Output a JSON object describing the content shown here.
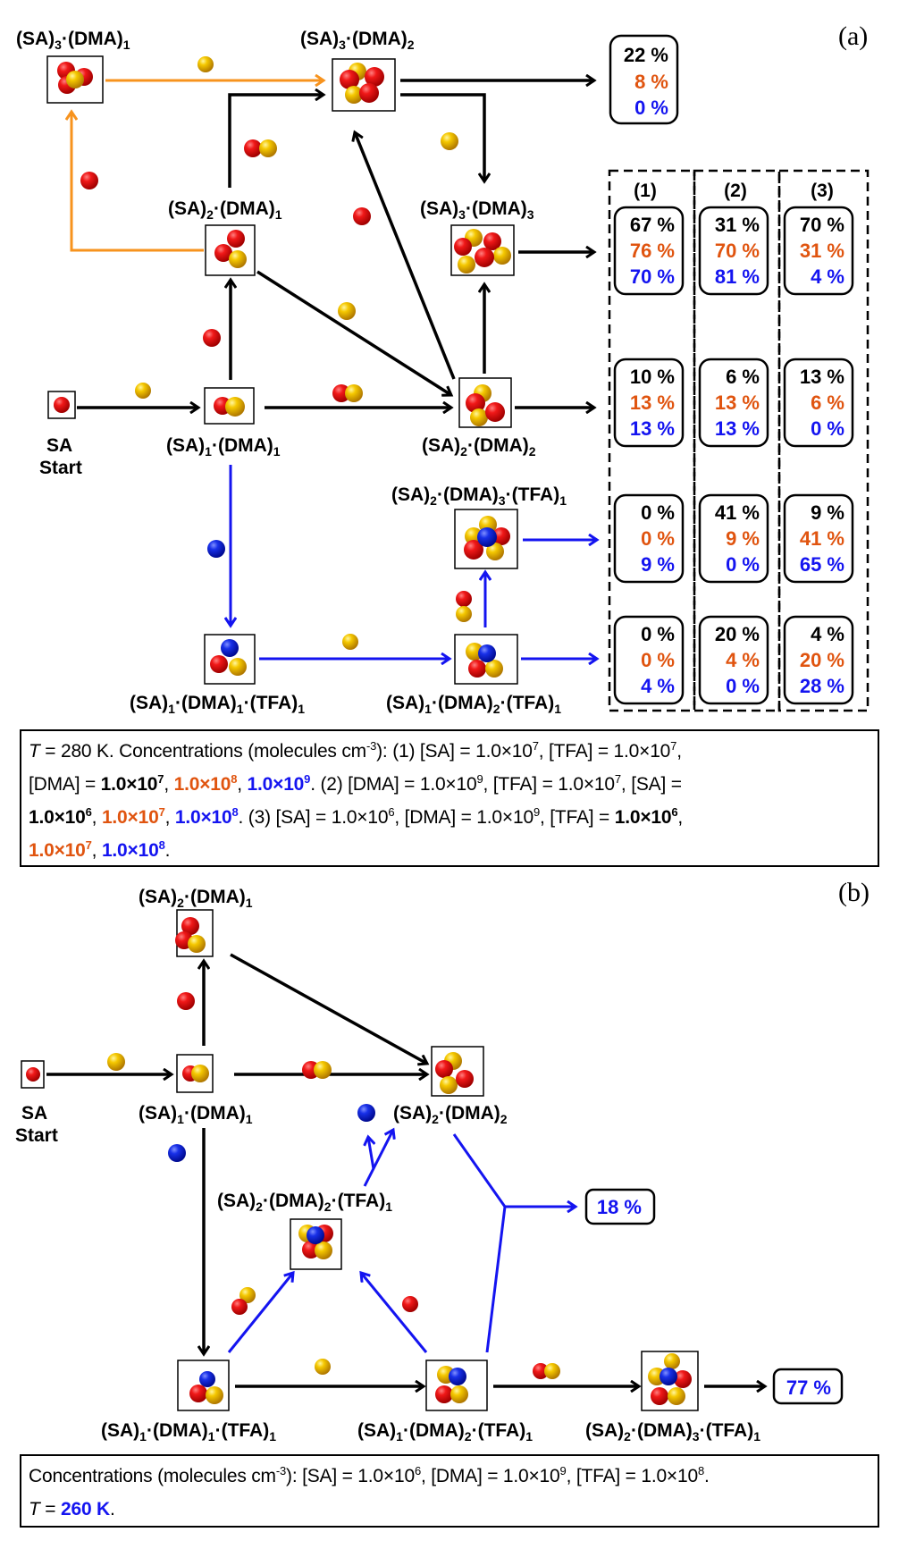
{
  "colors": {
    "black": "#000000",
    "orange": "#e0540f",
    "blue": "#1414f0",
    "sa_red": "#e81010",
    "dma_yellow": "#f2c200",
    "tfa_blue": "#1428e0",
    "arrow_orange": "#f7931e"
  },
  "panel_a": {
    "panel_label": "(a)",
    "start_label": [
      "SA",
      "Start"
    ],
    "clusters": {
      "sa": {
        "label": "SA"
      },
      "sa1dma1": {
        "label": "(SA)1·(DMA)1"
      },
      "sa2dma1": {
        "label": "(SA)2·(DMA)1"
      },
      "sa3dma1": {
        "label": "(SA)3·(DMA)1"
      },
      "sa3dma2": {
        "label": "(SA)3·(DMA)2"
      },
      "sa3dma3": {
        "label": "(SA)3·(DMA)3"
      },
      "sa2dma2": {
        "label": "(SA)2·(DMA)2"
      },
      "sa2dma3tfa1": {
        "label": "(SA)2·(DMA)3·(TFA)1"
      },
      "sa1dma1tfa1": {
        "label": "(SA)1·(DMA)1·(TFA)1"
      },
      "sa1dma2tfa1": {
        "label": "(SA)1·(DMA)2·(TFA)1"
      }
    },
    "top_outflux": {
      "values": [
        "22 %",
        "8 %",
        "0 %"
      ]
    },
    "condition_headers": [
      "(1)",
      "(2)",
      "(3)"
    ],
    "outflux_table": [
      {
        "row": "(SA)3·(DMA)3",
        "cols": [
          [
            "67 %",
            "76 %",
            "70 %"
          ],
          [
            "31 %",
            "70 %",
            "81 %"
          ],
          [
            "70 %",
            "31 %",
            "4 %"
          ]
        ]
      },
      {
        "row": "(SA)2·(DMA)2",
        "cols": [
          [
            "10 %",
            "13 %",
            "13 %"
          ],
          [
            "6 %",
            "13 %",
            "13 %"
          ],
          [
            "13 %",
            "6 %",
            "0 %"
          ]
        ]
      },
      {
        "row": "(SA)2·(DMA)3·(TFA)1",
        "cols": [
          [
            "0 %",
            "0 %",
            "9 %"
          ],
          [
            "41 %",
            "9 %",
            "0 %"
          ],
          [
            "9 %",
            "41 %",
            "65 %"
          ]
        ]
      },
      {
        "row": "(SA)1·(DMA)2·(TFA)1",
        "cols": [
          [
            "0 %",
            "0 %",
            "4 %"
          ],
          [
            "20 %",
            "4 %",
            "0 %"
          ],
          [
            "4 %",
            "20 %",
            "28 %"
          ]
        ]
      }
    ],
    "caption": {
      "t_symbol": "T",
      "p1": " = 280 K. Concentrations (molecules cm",
      "exp_neg3": "-3",
      "p2": "): (1) [SA] = 1.0×10",
      "e7a": "7",
      "p3": ", [TFA] = 1.0×10",
      "e7b": "7",
      "p4": ",",
      "p5": "[DMA] = ",
      "b1": "1.0×10",
      "b1e": "7",
      "o1": "1.0×10",
      "o1e": "8",
      "u1": "1.0×10",
      "u1e": "9",
      "p6": ". (2) [DMA] = 1.0×10",
      "e9a": "9",
      "p7": ", [TFA] = 1.0×10",
      "e7c": "7",
      "p8": ", [SA] =",
      "b2": "1.0×10",
      "b2e": "6",
      "o2": "1.0×10",
      "o2e": "7",
      "u2": "1.0×10",
      "u2e": "8",
      "p9": ". (3) [SA] = 1.0×10",
      "e6a": "6",
      "p10": ", [DMA] = 1.0×10",
      "e9b": "9",
      "p11": ", [TFA] = ",
      "b3": "1.0×10",
      "b3e": "6",
      "o3": "1.0×10",
      "o3e": "7",
      "u3": "1.0×10",
      "u3e": "8",
      "end": "."
    }
  },
  "panel_b": {
    "panel_label": "(b)",
    "start_label": [
      "SA",
      "Start"
    ],
    "clusters": {
      "sa1dma1": {
        "label": "(SA)1·(DMA)1"
      },
      "sa2dma1": {
        "label": "(SA)2·(DMA)1"
      },
      "sa2dma2": {
        "label": "(SA)2·(DMA)2"
      },
      "sa2dma2tfa1": {
        "label": "(SA)2·(DMA)2·(TFA)1"
      },
      "sa1dma1tfa1": {
        "label": "(SA)1·(DMA)1·(TFA)1"
      },
      "sa1dma2tfa1": {
        "label": "(SA)1·(DMA)2·(TFA)1"
      },
      "sa2dma3tfa1": {
        "label": "(SA)2·(DMA)3·(TFA)1"
      }
    },
    "outflux_18": "18 %",
    "outflux_77": "77 %",
    "caption": {
      "p1": "Concentrations (molecules cm",
      "exp_neg3": "-3",
      "p2": "): [SA] = 1.0×10",
      "e6": "6",
      "p3": ", [DMA] = 1.0×10",
      "e9": "9",
      "p4": ", [TFA] = 1.0×10",
      "e8": "8",
      "p5": ".",
      "t_symbol": "T",
      "p6": " = ",
      "temp": "260 K",
      "end": "."
    }
  }
}
